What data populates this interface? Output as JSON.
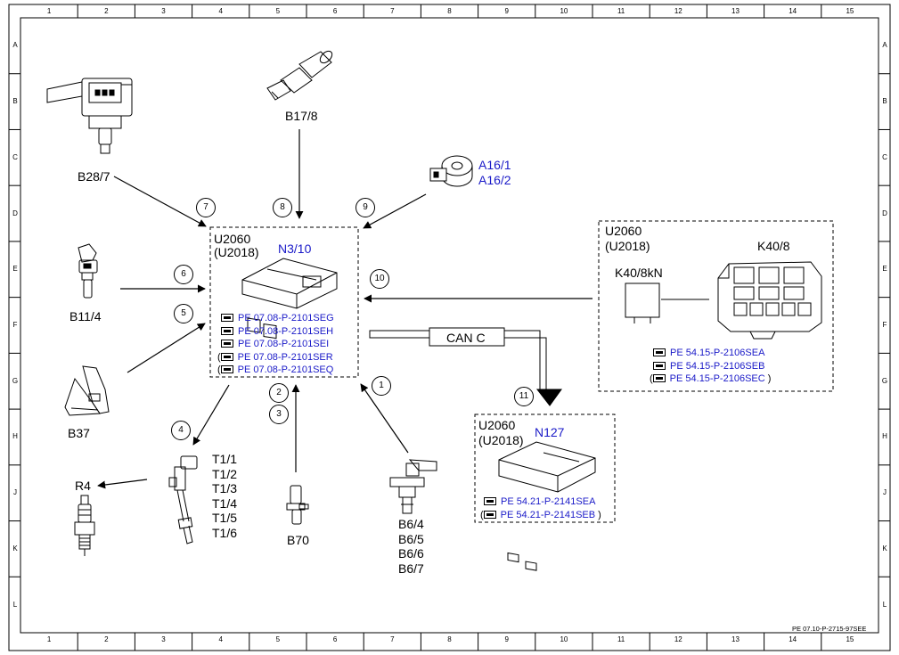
{
  "grid": {
    "columns": [
      "1",
      "2",
      "3",
      "4",
      "5",
      "6",
      "7",
      "8",
      "9",
      "10",
      "11",
      "12",
      "13",
      "14",
      "15"
    ],
    "rows": [
      "A",
      "B",
      "C",
      "D",
      "E",
      "F",
      "G",
      "H",
      "J",
      "K",
      "L"
    ]
  },
  "components": {
    "b28_7": "B28/7",
    "b17_8": "B17/8",
    "a16_1": "A16/1",
    "a16_2": "A16/2",
    "b11_4": "B11/4",
    "b37": "B37",
    "r4": "R4",
    "t_list": [
      "T1/1",
      "T1/2",
      "T1/3",
      "T1/4",
      "T1/5",
      "T1/6"
    ],
    "b70": "B70",
    "b6_list": [
      "B6/4",
      "B6/5",
      "B6/6",
      "B6/7"
    ]
  },
  "ecu_box": {
    "variant": "U2060",
    "variant_alt": "(U2018)",
    "name": "N3/10",
    "refs": [
      {
        "paren": "",
        "text": "PE 07.08-P-2101SEG"
      },
      {
        "paren": "",
        "text": "PE 07.08-P-2101SEH"
      },
      {
        "paren": "",
        "text": "PE 07.08-P-2101SEI"
      },
      {
        "paren": "(",
        "text": "PE 07.08-P-2101SER"
      },
      {
        "paren": "(",
        "text": "PE 07.08-P-2101SEQ"
      }
    ]
  },
  "k40_box": {
    "variant": "U2060",
    "variant_alt": "(U2018)",
    "relay": "K40/8kN",
    "name": "K40/8",
    "refs": [
      {
        "paren": "",
        "text": "PE 54.15-P-2106SEA"
      },
      {
        "paren": "",
        "text": "PE 54.15-P-2106SEB"
      },
      {
        "paren": "(",
        "text": "PE 54.15-P-2106SEC",
        "close": ")"
      }
    ]
  },
  "n127_box": {
    "variant": "U2060",
    "variant_alt": "(U2018)",
    "name": "N127",
    "refs": [
      {
        "paren": "",
        "text": "PE 54.21-P-2141SEA"
      },
      {
        "paren": "(",
        "text": "PE 54.21-P-2141SEB",
        "close": ")"
      }
    ]
  },
  "bus": {
    "label": "CAN C"
  },
  "callouts": [
    "1",
    "2",
    "3",
    "4",
    "5",
    "6",
    "7",
    "8",
    "9",
    "10",
    "11"
  ],
  "footer": {
    "code": "PE 07.10-P-2715-97SEE"
  },
  "colors": {
    "reference_blue": "#1a1ac8",
    "line": "#000000"
  }
}
